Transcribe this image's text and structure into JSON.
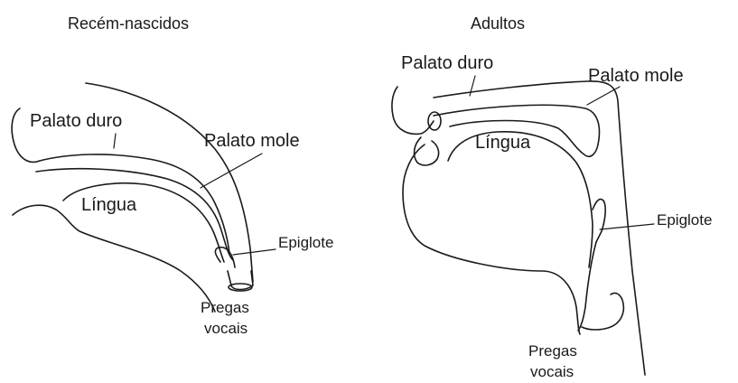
{
  "newborn": {
    "title": "Recém-nascidos",
    "labels": {
      "hard_palate": "Palato duro",
      "soft_palate": "Palato mole",
      "tongue": "Língua",
      "epiglottis": "Epiglote",
      "vocal_folds_line1": "Pregas",
      "vocal_folds_line2": "vocais"
    }
  },
  "adult": {
    "title": "Adultos",
    "labels": {
      "hard_palate": "Palato duro",
      "soft_palate": "Palato mole",
      "tongue": "Língua",
      "epiglottis": "Epiglote",
      "vocal_folds_line1": "Pregas",
      "vocal_folds_line2": "vocais"
    }
  }
}
